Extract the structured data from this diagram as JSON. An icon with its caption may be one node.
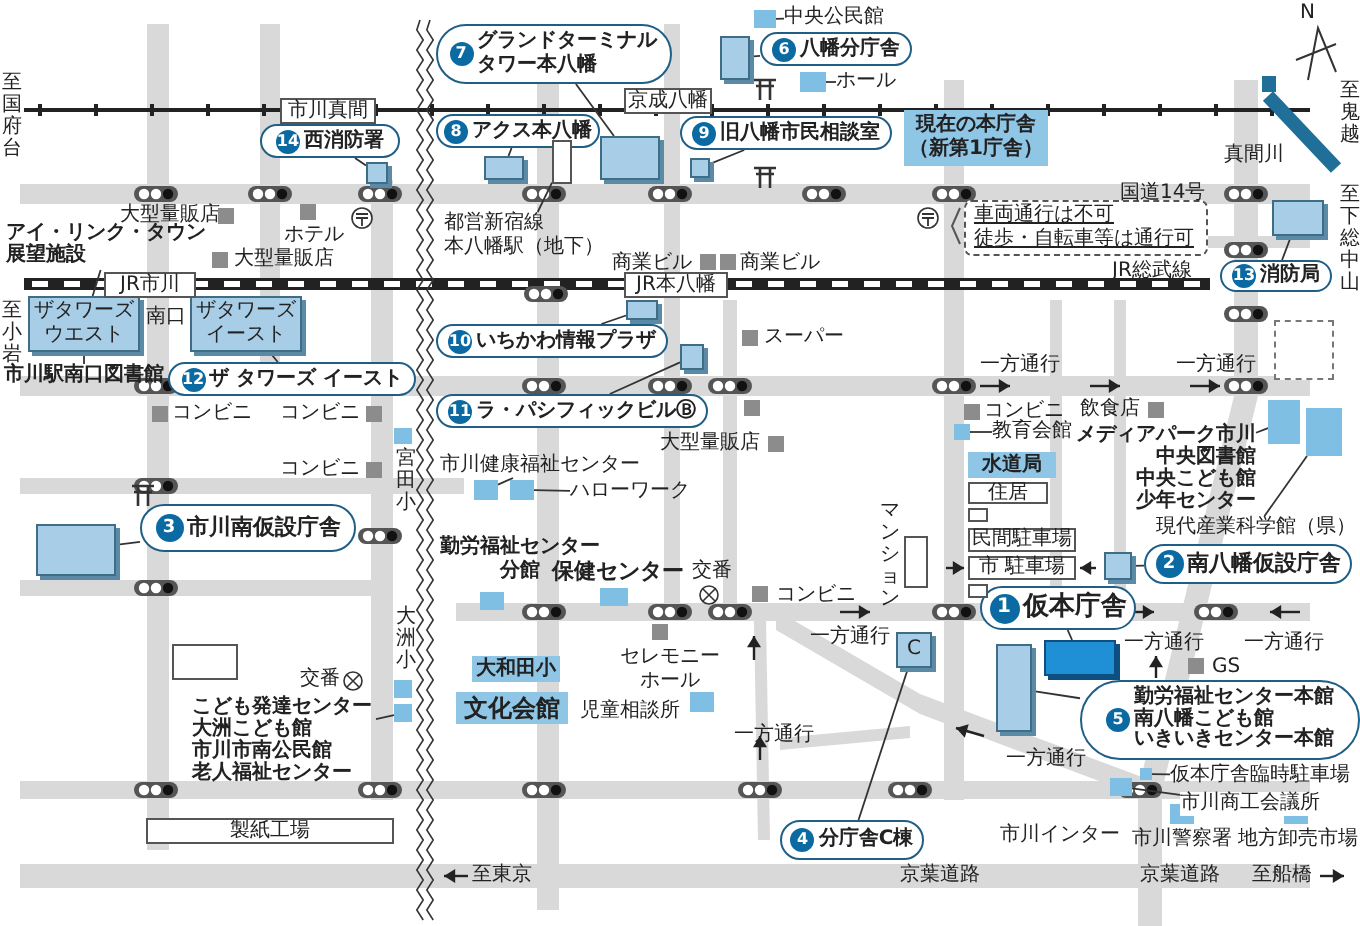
{
  "diagram": {
    "nodes": [
      {
        "text": [
          "1",
          "仮本庁舎"
        ]
      },
      {
        "text": [],
        "shape": "box"
      },
      {
        "text": [
          "2",
          "南八幡仮設庁舎"
        ]
      },
      {
        "text": [],
        "shape": "box"
      },
      {
        "text": [
          "3",
          "市川南仮設庁舎"
        ]
      },
      {
        "text": [],
        "shape": "box"
      },
      {
        "text": [
          "4",
          "分庁舎C棟"
        ]
      },
      {
        "text": [
          "C"
        ]
      },
      {
        "text": [
          "5",
          "勤労福祉センター本館",
          "南八幡こども館",
          "いきいきセンター本館"
        ]
      },
      {
        "text": [],
        "shape": "box"
      },
      {
        "text": [
          "6",
          "八幡分庁舎"
        ]
      },
      {
        "text": [],
        "shape": "box"
      },
      {
        "text": [
          "7",
          "グランドターミナルタワー本八幡"
        ]
      },
      {
        "text": [],
        "shape": "box"
      },
      {
        "text": [
          "8",
          "アクス本八幡"
        ]
      },
      {
        "text": [],
        "shape": "box"
      },
      {
        "text": [
          "9",
          "旧八幡市民相談室"
        ]
      },
      {
        "text": [],
        "shape": "box"
      },
      {
        "text": [
          "10",
          "いちかわ情報プラザ"
        ]
      },
      {
        "text": [],
        "shape": "box"
      },
      {
        "text": [
          "11",
          "ラ・パシフィックビルⒷ"
        ]
      },
      {
        "text": [],
        "shape": "box"
      },
      {
        "text": [
          "12",
          "ザ タワーズ イースト"
        ]
      },
      {
        "text": [
          "ザタワーズイースト"
        ]
      },
      {
        "text": [
          "13",
          "消防局"
        ]
      },
      {
        "text": [],
        "shape": "box"
      },
      {
        "text": [
          "14",
          "西消防署"
        ]
      },
      {
        "text": [],
        "shape": "box"
      },
      {
        "text": [
          "ザタワーズウエスト"
        ]
      },
      {
        "text": [
          "アイ・リンク・タウン",
          "展望施設"
        ]
      },
      {
        "text": [
          "市川駅南口図書館"
        ]
      },
      {
        "text": [
          "中央公民館"
        ]
      },
      {
        "text": [],
        "shape": "box"
      },
      {
        "text": [
          "ホール"
        ]
      },
      {
        "text": [],
        "shape": "box"
      },
      {
        "text": [
          "現在の本庁舎",
          "（新第1庁舎）"
        ]
      },
      {
        "text": [
          "都営新宿線",
          "本八幡駅（地下）"
        ]
      },
      {
        "text": [],
        "shape": "box"
      },
      {
        "text": [
          "教育会館"
        ]
      },
      {
        "text": [],
        "shape": "box"
      },
      {
        "text": [
          "メディアパーク市川",
          "中央図書館",
          "中央こども館",
          "少年センター"
        ]
      },
      {
        "text": [],
        "shape": "box"
      },
      {
        "text": [],
        "shape": "box"
      },
      {
        "text": [
          "現代産業科学館（県）"
        ]
      },
      {
        "text": [
          "市川健康福祉センター"
        ]
      },
      {
        "text": [],
        "shape": "box"
      },
      {
        "text": [
          "ハローワーク"
        ]
      },
      {
        "text": [],
        "shape": "box"
      },
      {
        "text": [
          "仮本庁舎臨時駐車場"
        ]
      },
      {
        "text": [],
        "shape": "box"
      },
      {
        "text": [
          "市川商工会議所"
        ]
      },
      {
        "text": [],
        "shape": "box"
      },
      {
        "text": [
          "こども発達センター",
          "大洲こども館",
          "市川市南公民館",
          "老人福祉センター"
        ]
      },
      {
        "text": [],
        "shape": "box"
      },
      {
        "text": [],
        "shape": "box"
      },
      {
        "text": [
          "市川真間"
        ]
      },
      {
        "text": [
          "京成八幡"
        ]
      },
      {
        "text": [
          "JR市川"
        ]
      },
      {
        "text": [
          "JR本八幡"
        ]
      },
      {
        "text": [],
        "shape": "box"
      },
      {
        "text": [
          "製紙工場"
        ]
      },
      {
        "text": [],
        "shape": "box"
      },
      {
        "text": [
          "水道局"
        ]
      },
      {
        "text": [
          "大和田小"
        ]
      },
      {
        "text": [
          "文化会館"
        ]
      },
      {
        "text": [
          "住居"
        ]
      },
      {
        "text": [],
        "shape": "box"
      },
      {
        "text": [
          "民間駐車場"
        ]
      },
      {
        "text": [
          "市 駐車場"
        ]
      },
      {
        "text": [],
        "shape": "box"
      },
      {
        "text": [],
        "shape": "box",
        "beside": [
          "マンション"
        ]
      },
      {
        "text": [
          "車両通行は不可",
          "徒歩・自転車等は通行可"
        ]
      }
    ],
    "edges": [
      {
        "from": 0,
        "to": 1,
        "arrow": "none"
      },
      {
        "from": 2,
        "to": 3,
        "arrow": "none"
      },
      {
        "from": 4,
        "to": 5,
        "arrow": "none"
      },
      {
        "from": 6,
        "to": 7,
        "arrow": "none"
      },
      {
        "from": 8,
        "to": 9,
        "arrow": "none"
      },
      {
        "from": 10,
        "to": 11,
        "arrow": "none"
      },
      {
        "from": 12,
        "to": 13,
        "arrow": "none"
      },
      {
        "from": 14,
        "to": 15,
        "arrow": "none"
      },
      {
        "from": 16,
        "to": 17,
        "arrow": "none"
      },
      {
        "from": 18,
        "to": 19,
        "arrow": "none"
      },
      {
        "from": 20,
        "to": 21,
        "arrow": "none"
      },
      {
        "from": 22,
        "to": 23,
        "arrow": "none"
      },
      {
        "from": 24,
        "to": 25,
        "arrow": "none"
      },
      {
        "from": 26,
        "to": 27,
        "arrow": "none"
      },
      {
        "from": 29,
        "to": 28,
        "arrow": "none"
      },
      {
        "from": 30,
        "to": 28,
        "arrow": "none"
      },
      {
        "from": 31,
        "to": 32,
        "arrow": "none"
      },
      {
        "from": 33,
        "to": 34,
        "arrow": "none"
      },
      {
        "from": 36,
        "to": 37,
        "arrow": "none"
      },
      {
        "from": 38,
        "to": 39,
        "arrow": "none"
      },
      {
        "from": 40,
        "to": 41,
        "arrow": "none"
      },
      {
        "from": 43,
        "to": 42,
        "arrow": "none"
      },
      {
        "from": 44,
        "to": 45,
        "arrow": "none"
      },
      {
        "from": 46,
        "to": 47,
        "arrow": "none"
      },
      {
        "from": 48,
        "to": 49,
        "arrow": "none"
      },
      {
        "from": 50,
        "to": 51,
        "arrow": "none"
      },
      {
        "from": 52,
        "to": 54,
        "arrow": "none"
      }
    ],
    "labels": [
      "至国府台",
      "至鬼越",
      "真間川",
      "国道14号",
      "大型量販店",
      "ホテル",
      "大型量販店",
      "至下総中山",
      "商業ビル",
      "商業ビル",
      "JR総武線",
      "至小岩",
      "南口",
      "スーパー",
      "一方通行",
      "一方通行",
      "コンビニ",
      "コンビニ",
      "コンビニ",
      "飲食店",
      "大型量販店",
      "宮田小",
      "コンビニ",
      "勤労福祉センター分館",
      "保健センター",
      "交番",
      "コンビニ",
      "一方通行",
      "一方通行",
      "一方通行",
      "セレモニーホール",
      "GS",
      "大洲小",
      "交番",
      "児童相談所",
      "一方通行",
      "一方通行",
      "市川インター",
      "市川警察署",
      "地方卸売市場",
      "至東京",
      "京葉道路",
      "京葉道路",
      "至船橋",
      "N"
    ]
  }
}
